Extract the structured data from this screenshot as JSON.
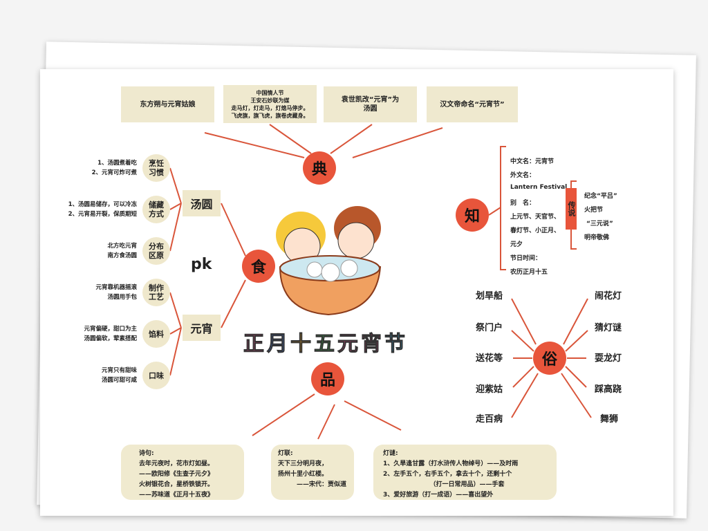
{
  "title": {
    "text": "正月十五元宵节",
    "colors": [
      "#e84a8b",
      "#3b6fd8",
      "#f1a81c",
      "#38b04a",
      "#e84a8b",
      "#c0326b",
      "#34a4d8"
    ]
  },
  "colors": {
    "accent": "#e8553b",
    "beige": "#efe9cf",
    "line": "#d9553a"
  },
  "dian": {
    "label": "典",
    "items": [
      "东方朔与元宵姑娘",
      "中国情人节\n王安石妙联为媒\n走马灯，灯走马，灯熄马停步。\n飞虎旗，旗飞虎，旗卷虎藏身。",
      "袁世凯改“元宵”为\n汤圆",
      "汉文帝命名“元宵节”"
    ]
  },
  "shi": {
    "label": "食",
    "tangyuan": "汤圆",
    "pk": "pk",
    "yuanxiao": "元宵",
    "items": [
      {
        "label": "烹饪\n习惯",
        "text": "1、汤圆煮着吃\n2、元宵可炸可煮"
      },
      {
        "label": "储藏\n方式",
        "text": "1、汤圆易储存，可以冷冻\n2、元宵易开裂，保质期短"
      },
      {
        "label": "分布\n区原",
        "text": "北方吃元宵\n南方食汤圆"
      },
      {
        "label": "制作\n工艺",
        "text": "元宵靠机器摇滚\n汤圆用手包"
      },
      {
        "label": "馅料",
        "text": "元宵偏硬，甜口为主\n汤圆偏软，荤素搭配"
      },
      {
        "label": "口味",
        "text": "元宵只有甜味\n汤圆可甜可咸"
      }
    ]
  },
  "zhi": {
    "label": "知",
    "lines": [
      "中文名：元宵节",
      "外文名：",
      "Lantern Festival",
      "别　名：",
      "上元节、天官节、",
      "春灯节、小正月、",
      "元夕",
      "节日时间：",
      "农历正月十五"
    ],
    "legend": {
      "label": "传说",
      "items": [
        "纪念“平吕”",
        "火把节",
        "“三元说”",
        "明帝敬佛"
      ]
    }
  },
  "su": {
    "label": "俗",
    "left": [
      "划旱船",
      "祭门户",
      "送花等",
      "迎紫姑",
      "走百病"
    ],
    "right": [
      "闹花灯",
      "猜灯谜",
      "耍龙灯",
      "踩高跷",
      "舞狮"
    ]
  },
  "pin": {
    "label": "品",
    "boxes": [
      "诗句:\n去年元夜时，花市灯如昼。\n——欧阳修《生查子元夕》\n火树银花合，星桥铁锁开。\n——苏味道《正月十五夜》",
      "灯联:\n天下三分明月夜，\n扬州十里小红楼。\n　　　——宋代：贾似道",
      "灯谜:\n1、久旱逢甘露（打水浒传人物绰号）——及时雨\n2、左手五个，右手五个，拿去十个，还剩十个\n　　　　　　　　（打一日常用品）——手套\n3、爱好旅游（打一成语）——喜出望外"
    ]
  }
}
